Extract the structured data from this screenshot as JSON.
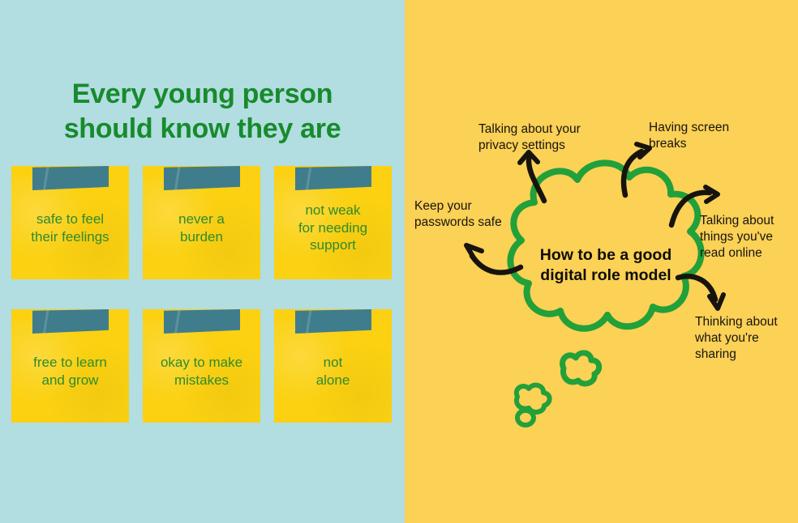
{
  "colors": {
    "left_background": "#b2dde1",
    "right_background": "#fbd156",
    "heading_green": "#178b2c",
    "note_yellow": "#fbd111",
    "note_text_green": "#2e8b2e",
    "tape_teal": "#3f7d8c",
    "cloud_outline_green": "#22a03a",
    "arrow_black": "#17140f"
  },
  "left": {
    "heading_line_1": "Every young person",
    "heading_line_2": "should know they are",
    "notes": [
      {
        "line_1": "safe to feel",
        "line_2": "their feelings",
        "line_3": ""
      },
      {
        "line_1": "never a",
        "line_2": "burden",
        "line_3": ""
      },
      {
        "line_1": "not weak",
        "line_2": "for needing",
        "line_3": "support"
      },
      {
        "line_1": "free to learn",
        "line_2": "and grow",
        "line_3": ""
      },
      {
        "line_1": "okay to make",
        "line_2": "mistakes",
        "line_3": ""
      },
      {
        "line_1": "not",
        "line_2": "alone",
        "line_3": ""
      }
    ]
  },
  "right": {
    "cloud_title_line_1": "How to be a good",
    "cloud_title_line_2": "digital role model",
    "labels": {
      "keep_passwords": "Keep your passwords safe",
      "privacy_settings": "Talking about your privacy settings",
      "screen_breaks": "Having screen breaks",
      "read_online": "Talking about things you've read online",
      "sharing": "Thinking about what you're sharing"
    }
  }
}
